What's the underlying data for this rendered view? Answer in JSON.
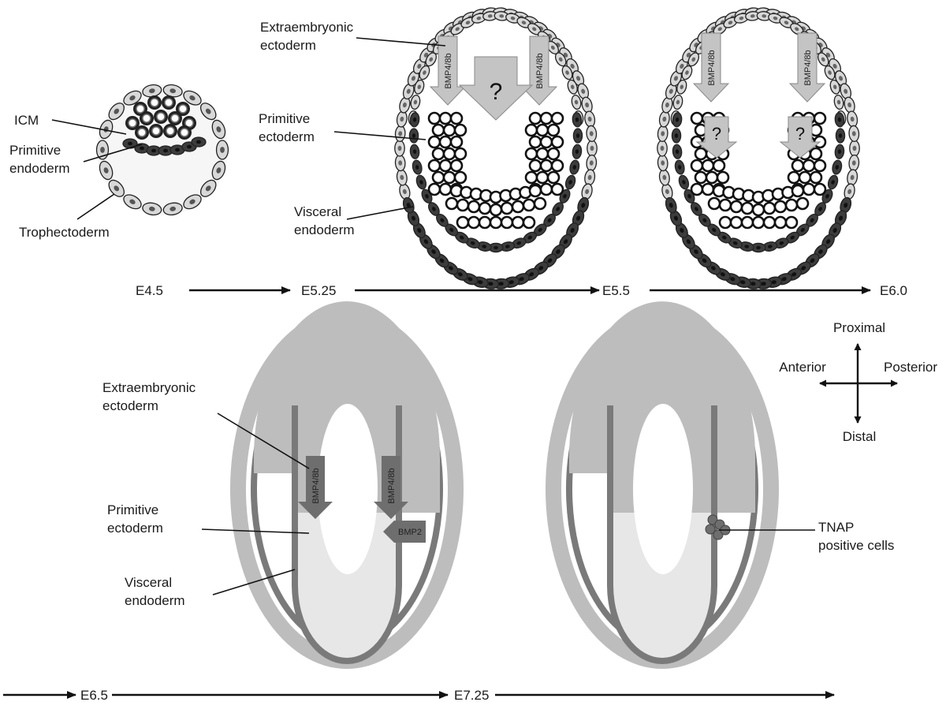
{
  "panels": {
    "e4_5": {
      "icm": "ICM",
      "primitive_endoderm": [
        "Primitive",
        "endoderm"
      ],
      "trophectoderm": "Trophectoderm"
    },
    "e5_25": {
      "extraembryonic_ectoderm": [
        "Extraembryonic",
        "ectoderm"
      ],
      "primitive_ectoderm": [
        "Primitive",
        "ectoderm"
      ],
      "visceral_endoderm": [
        "Visceral",
        "endoderm"
      ],
      "signal_left": "BMP4/8b",
      "signal_right": "BMP4/8b",
      "unknown_signal": "?"
    },
    "e6_0": {
      "signal_left": "BMP4/8b",
      "signal_right": "BMP4/8b",
      "unknown_left": "?",
      "unknown_right": "?"
    },
    "e6_5": {
      "extraembryonic_ectoderm": [
        "Extraembryonic",
        "ectoderm"
      ],
      "primitive_ectoderm": [
        "Primitive",
        "ectoderm"
      ],
      "visceral_endoderm": [
        "Visceral",
        "endoderm"
      ],
      "signal_left": "BMP4/8b",
      "signal_right": "BMP4/8b",
      "signal_bmp2": "BMP2"
    },
    "e7_25": {
      "tnap": [
        "TNAP",
        "positive cells"
      ]
    }
  },
  "axes": {
    "proximal": "Proximal",
    "distal": "Distal",
    "anterior": "Anterior",
    "posterior": "Posterior"
  },
  "timeline_top": [
    "E4.5",
    "E5.25",
    "E5.5",
    "E6.0"
  ],
  "timeline_bottom": [
    "E6.5",
    "E7.25"
  ],
  "colors": {
    "dark_cell": "#3c3c3c",
    "light_cell": "#d8d8d8",
    "ring": "#7a7a7a",
    "fill_upper": "#bdbdbd",
    "fill_lower": "#e7e7e7",
    "arrow_fill": "#c4c4c4",
    "dark_arrow": "#6e6e6e"
  }
}
